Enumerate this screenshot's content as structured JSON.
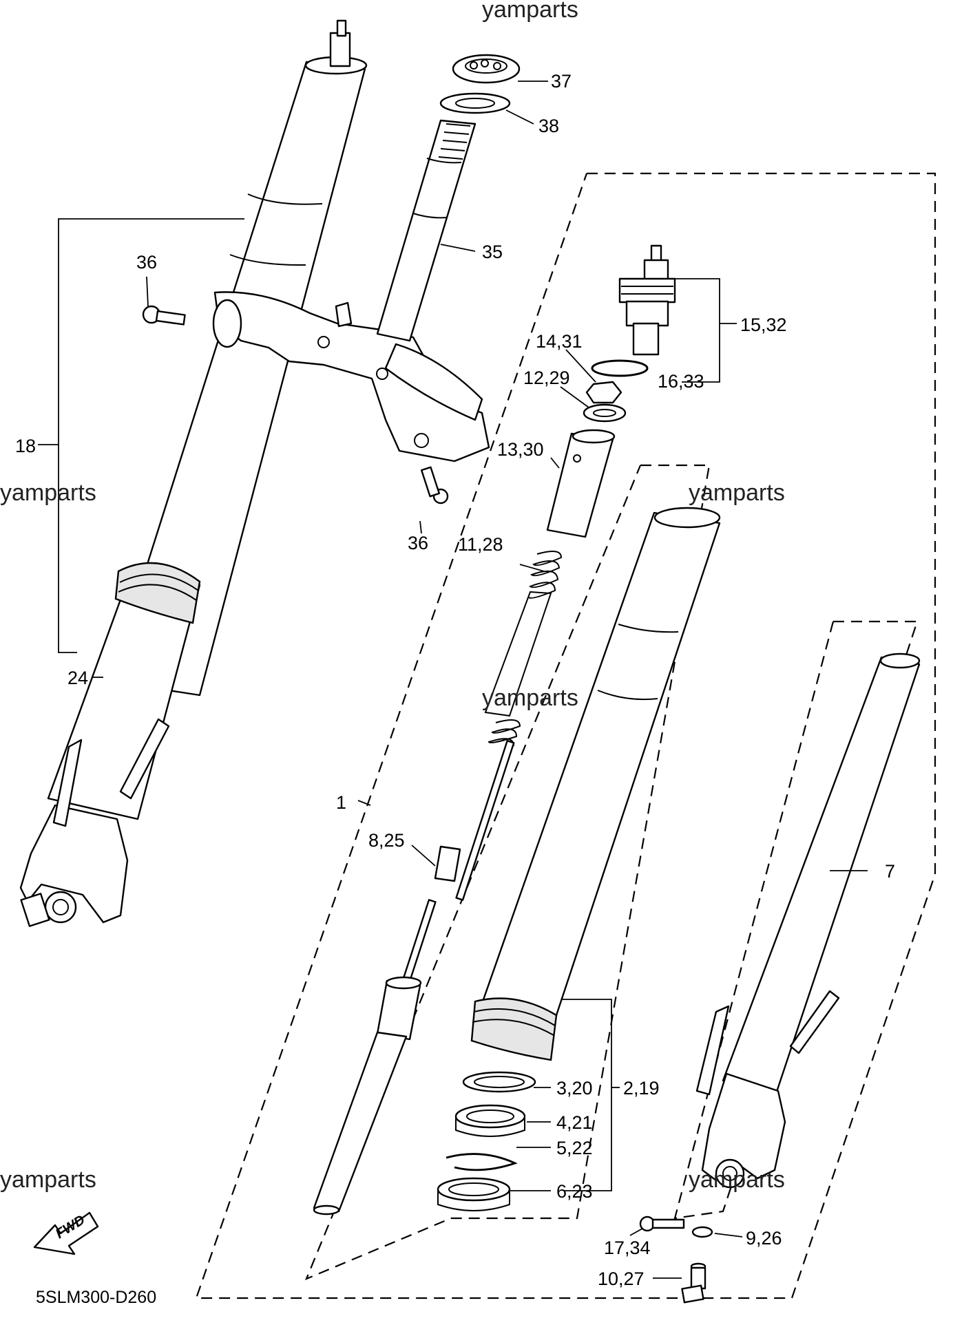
{
  "watermark": "yamparts",
  "diagram_code": "5SLM300-D260",
  "fwd_arrow_label": "FWD",
  "callouts": {
    "c1": "1",
    "c2_19": "2,19",
    "c3_20": "3,20",
    "c4_21": "4,21",
    "c5_22": "5,22",
    "c6_23": "6,23",
    "c7": "7",
    "c8_25": "8,25",
    "c9_26": "9,26",
    "c10_27": "10,27",
    "c11_28": "11,28",
    "c12_29": "12,29",
    "c13_30": "13,30",
    "c14_31": "14,31",
    "c15_32": "15,32",
    "c16_33": "16,33",
    "c17_34": "17,34",
    "c18": "18",
    "c24": "24",
    "c35": "35",
    "c36_upper": "36",
    "c36_lower": "36",
    "c37": "37",
    "c38": "38"
  }
}
